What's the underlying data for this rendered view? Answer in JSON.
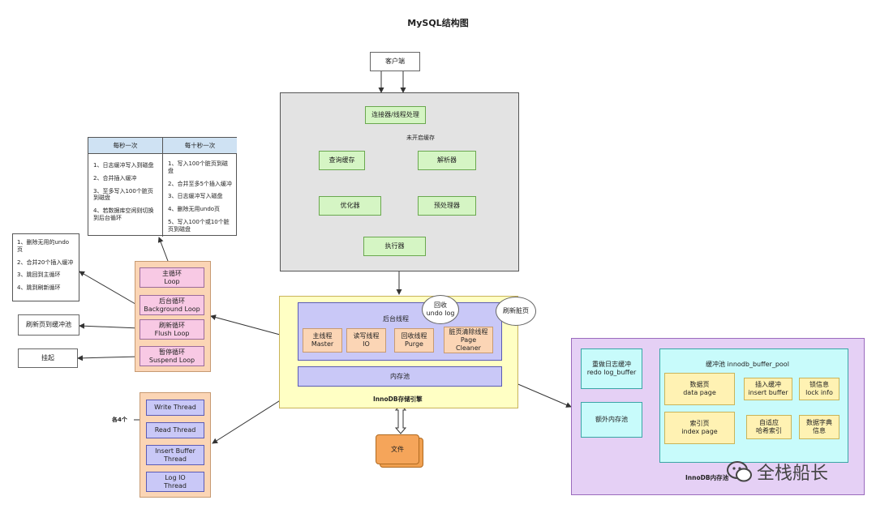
{
  "title": "MySQL结构图",
  "client": "客户端",
  "server": {
    "connector": "连接器/线程处理",
    "query_cache": "查询缓存",
    "parser": "解析器",
    "no_cache": "未开启缓存",
    "preprocessor": "预处理器",
    "optimizer": "优化器",
    "executor": "执行器"
  },
  "loop_table": {
    "col1_header": "每秒一次",
    "col2_header": "每十秒一次",
    "col1": [
      "1、日志缓冲写入到磁盘",
      "2、合并插入缓冲",
      "3、至多写入100个脏页到磁盘",
      "4、若数据库空闲则切换到后台循环"
    ],
    "col2": [
      "1、写入100个脏页到磁盘",
      "2、合并至多5个插入缓冲",
      "3、日志缓冲写入磁盘",
      "4、删除无用undo页",
      "5、写入100个或10个脏页到磁盘"
    ]
  },
  "bg_list": [
    "1、删除无用的undo页",
    "2、合并20个插入缓冲",
    "3、跳回到主循环",
    "4、跳到刷新循环"
  ],
  "flush_to_pool": "刷新页到缓冲池",
  "suspend_label": "挂起",
  "loops": [
    {
      "line1": "主循环",
      "line2": "Loop"
    },
    {
      "line1": "后台循环",
      "line2": "Background Loop"
    },
    {
      "line1": "刷新循环",
      "line2": "Flush Loop"
    },
    {
      "line1": "暂停循环",
      "line2": "Suspend Loop"
    }
  ],
  "io_threads": {
    "each_label": "各4个",
    "items": [
      {
        "line1": "Write Thread",
        "line2": ""
      },
      {
        "line1": "Read Thread",
        "line2": ""
      },
      {
        "line1": "Insert Buffer",
        "line2": "Thread"
      },
      {
        "line1": "Log IO",
        "line2": "Thread"
      }
    ]
  },
  "innodb": {
    "engine_label": "InnoDB存储引擎",
    "bg_threads_label": "后台线程",
    "threads": [
      {
        "line1": "主线程",
        "line2": "Master",
        "line3": ""
      },
      {
        "line1": "读写线程",
        "line2": "IO",
        "line3": ""
      },
      {
        "line1": "回收线程",
        "line2": "Purge",
        "line3": ""
      },
      {
        "line1": "脏页清除线程",
        "line2": "Page",
        "line3": "Cleaner"
      }
    ],
    "callout_undo": {
      "line1": "回收",
      "line2": "undo log"
    },
    "callout_dirty": "刷新脏页",
    "memory_pool": "内存池"
  },
  "file_label": "文件",
  "memory": {
    "label": "InnoDB内存池",
    "redo": {
      "line1": "重做日志缓冲",
      "line2": "redo log_buffer"
    },
    "extra": "额外内存池",
    "buffer_pool": "缓冲池 innodb_buffer_pool",
    "cells": [
      {
        "line1": "数据页",
        "line2": "data page"
      },
      {
        "line1": "插入缓冲",
        "line2": "insert buffer"
      },
      {
        "line1": "锁信息",
        "line2": "lock info"
      },
      {
        "line1": "索引页",
        "line2": "index page"
      },
      {
        "line1": "自适应",
        "line2": "哈希索引"
      },
      {
        "line1": "数据字典",
        "line2": "信息"
      }
    ]
  },
  "watermark": "全栈船长"
}
